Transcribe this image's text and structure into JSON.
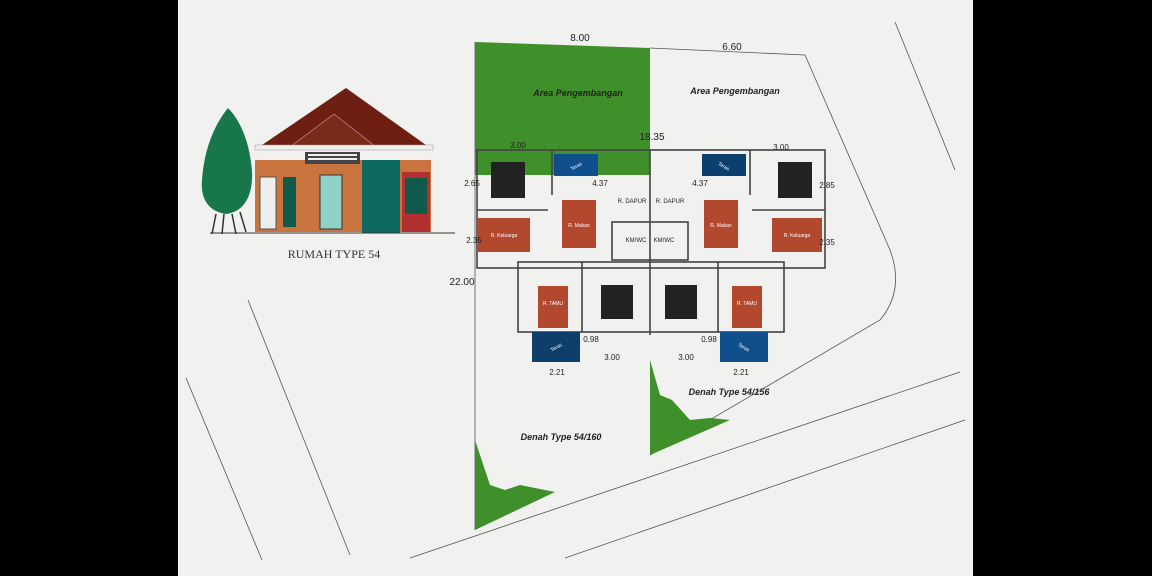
{
  "elevation": {
    "title": "RUMAH TYPE 54"
  },
  "plan": {
    "areas": [
      "Area Pengembangan",
      "Area Pengembangan"
    ],
    "plan_labels": [
      "Denah Type 54/160",
      "Denah Type 54/156"
    ],
    "dimensions": {
      "top_left": "8.00",
      "top_right": "6.60",
      "depth": "18.35",
      "side": "22.00",
      "bed_w_left": "3.00",
      "bed_w_right": "3.00",
      "bed_h_left": "2.65",
      "bed_h_right": "2.85",
      "kitchen_left": "4.37",
      "kitchen_right": "4.37",
      "family_left": "2.35",
      "family_right": "2.35",
      "porch_left": "0.98",
      "porch_right": "0.98",
      "front_left": "3.00",
      "front_right": "3.00",
      "teras_left": "2.21",
      "teras_right": "2.21"
    },
    "rooms": {
      "dapur": "R. DAPUR",
      "makan": "R. Makan",
      "keluarga": "R. Keluarga",
      "kmwc": "KM/WC",
      "tamu": "R. TAMU",
      "teras": "Teras"
    }
  },
  "colors": {
    "paper": "#f1f1ef",
    "green": "#3f8f2a",
    "brick": "#b2482e",
    "blue": "#0f4f8c"
  }
}
